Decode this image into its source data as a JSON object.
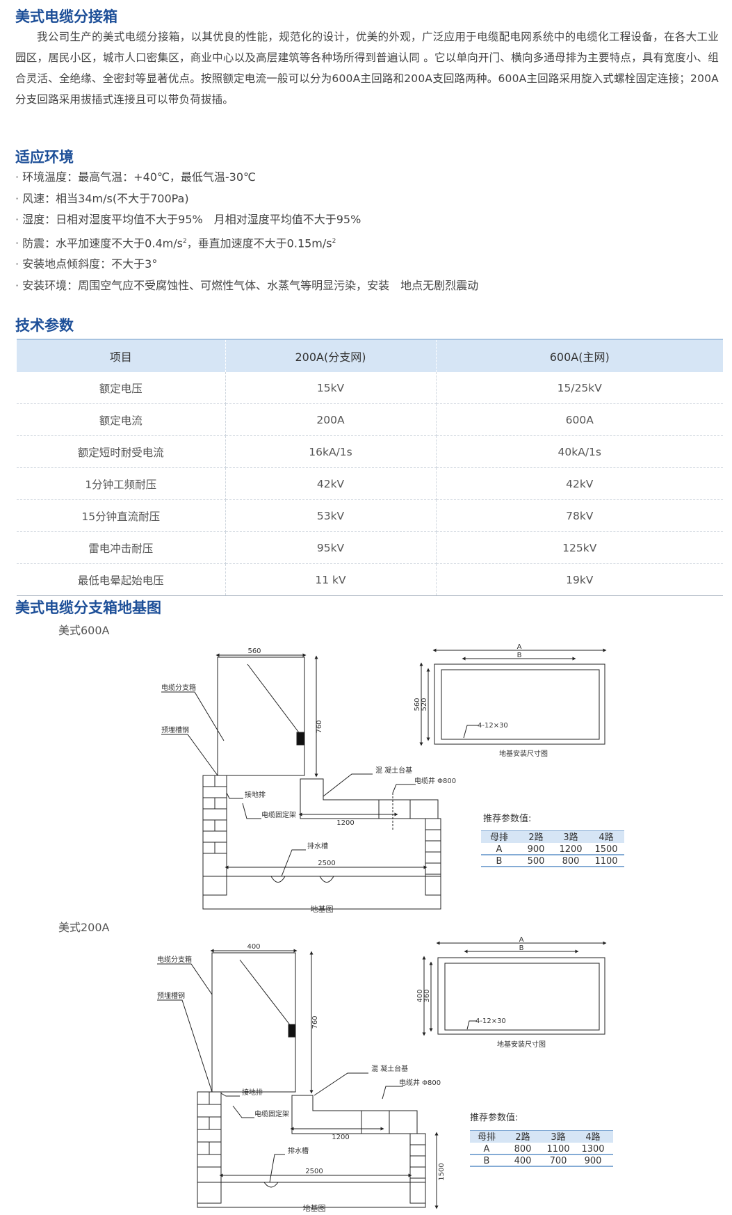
{
  "section1": {
    "title": "美式电缆分接箱",
    "body": "我公司生产的美式电缆分接箱，以其优良的性能，规范化的设计，优美的外观，广泛应用于电缆配电网系统中的电缆化工程设备，在各大工业园区，居民小区，城市人口密集区，商业中心以及高层建筑等各种场所得到普遍认同 。它以单向开门、横向多通母排为主要特点，具有宽度小、组合灵活、全绝缘、全密封等显著优点。按照额定电流一般可以分为600A主回路和200A支回路两种。600A主回路采用旋入式螺栓固定连接；200A分支回路采用拔插式连接且可以带负荷拔插。"
  },
  "section2": {
    "title": "适应环境",
    "items": [
      "环境温度：最高气温：+40℃，最低气温-30℃",
      "风速：相当34m/s(不大于700Pa)",
      "湿度：日相对湿度平均值不大于95%　月相对湿度平均值不大于95%",
      "安装地点倾斜度：不大于3°",
      "安装环境：周围空气应不受腐蚀性、可燃性气体、水蒸气等明显污染，安装　地点无剧烈震动"
    ],
    "quake": {
      "a": "防震：水平加速度不大于0.4m/s",
      "b": "，垂直加速度不大于0.15m/s",
      "sup": "2"
    }
  },
  "section3": {
    "title": "技术参数",
    "headers": [
      "项目",
      "200A(分支网)",
      "600A(主网)"
    ],
    "rows": [
      [
        "额定电压",
        "15kV",
        "15/25kV"
      ],
      [
        "额定电流",
        "200A",
        "600A"
      ],
      [
        "额定短时耐受电流",
        "16kA/1s",
        "40kA/1s"
      ],
      [
        "1分钟工频耐压",
        "42kV",
        "42kV"
      ],
      [
        "15分钟直流耐压",
        "53kV",
        "78kV"
      ],
      [
        "雷电冲击耐压",
        "95kV",
        "125kV"
      ],
      [
        "最低电晕起始电压",
        "11 kV",
        "19kV"
      ]
    ]
  },
  "section4": {
    "title": "美式电缆分支箱地基图",
    "d600": {
      "subtitle": "美式600A",
      "labels": {
        "box_width": "560",
        "box_height": "760",
        "cabinet": "电缆分支箱",
        "channel_steel": "预埋槽钢",
        "concrete": "混 凝土台基",
        "well": "电缆井 Φ800",
        "ground_bar": "接地排",
        "fix_frame": "电缆固定架",
        "dim1200": "1200",
        "drain": "排水槽",
        "dim2500": "2500",
        "caption_left": "地基图",
        "dim_a": "A",
        "dim_b": "B",
        "outer_h": "560",
        "inner_h": "520",
        "holes": "4-12×30",
        "caption_right": "地基安装尺寸图",
        "rec_title": "推荐参数值:"
      },
      "rec": {
        "headers": [
          "母排",
          "2路",
          "3路",
          "4路"
        ],
        "rows": [
          [
            "A",
            "900",
            "1200",
            "1500"
          ],
          [
            "B",
            "500",
            "800",
            "1100"
          ]
        ]
      }
    },
    "d200": {
      "subtitle": "美式200A",
      "labels": {
        "box_width": "400",
        "box_height": "760",
        "cabinet": "电缆分支箱",
        "channel_steel": "预埋槽钢",
        "concrete": "混 凝土台基",
        "well": "电缆井 Φ800",
        "ground_bar": "接地排",
        "fix_frame": "电缆固定架",
        "dim1200": "1200",
        "drain": "排水槽",
        "dim2500": "2500",
        "depth": "1500",
        "caption_left": "地基图",
        "dim_a": "A",
        "dim_b": "B",
        "outer_h": "400",
        "inner_h": "360",
        "holes": "4-12×30",
        "caption_right": "地基安装尺寸图",
        "rec_title": "推荐参数值:"
      },
      "rec": {
        "headers": [
          "母排",
          "2路",
          "3路",
          "4路"
        ],
        "rows": [
          [
            "A",
            "800",
            "1100",
            "1300"
          ],
          [
            "B",
            "400",
            "700",
            "900"
          ]
        ]
      }
    }
  }
}
